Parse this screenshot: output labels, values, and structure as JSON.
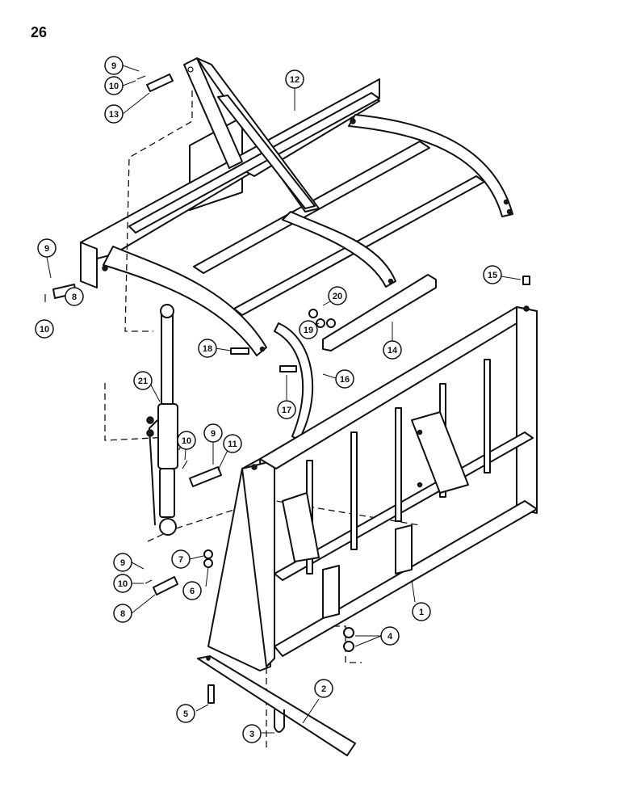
{
  "page": {
    "number": "26"
  },
  "callouts": [
    {
      "label": "1"
    },
    {
      "label": "2"
    },
    {
      "label": "3"
    },
    {
      "label": "4"
    },
    {
      "label": "5"
    },
    {
      "label": "6"
    },
    {
      "label": "7"
    },
    {
      "label": "8"
    },
    {
      "label": "8"
    },
    {
      "label": "9"
    },
    {
      "label": "9"
    },
    {
      "label": "9"
    },
    {
      "label": "9"
    },
    {
      "label": "10"
    },
    {
      "label": "10"
    },
    {
      "label": "10"
    },
    {
      "label": "10"
    },
    {
      "label": "11"
    },
    {
      "label": "12"
    },
    {
      "label": "13"
    },
    {
      "label": "14"
    },
    {
      "label": "15"
    },
    {
      "label": "16"
    },
    {
      "label": "17"
    },
    {
      "label": "18"
    },
    {
      "label": "19"
    },
    {
      "label": "20"
    },
    {
      "label": "21"
    }
  ],
  "colors": {
    "line": "#111111",
    "background": "#ffffff"
  }
}
